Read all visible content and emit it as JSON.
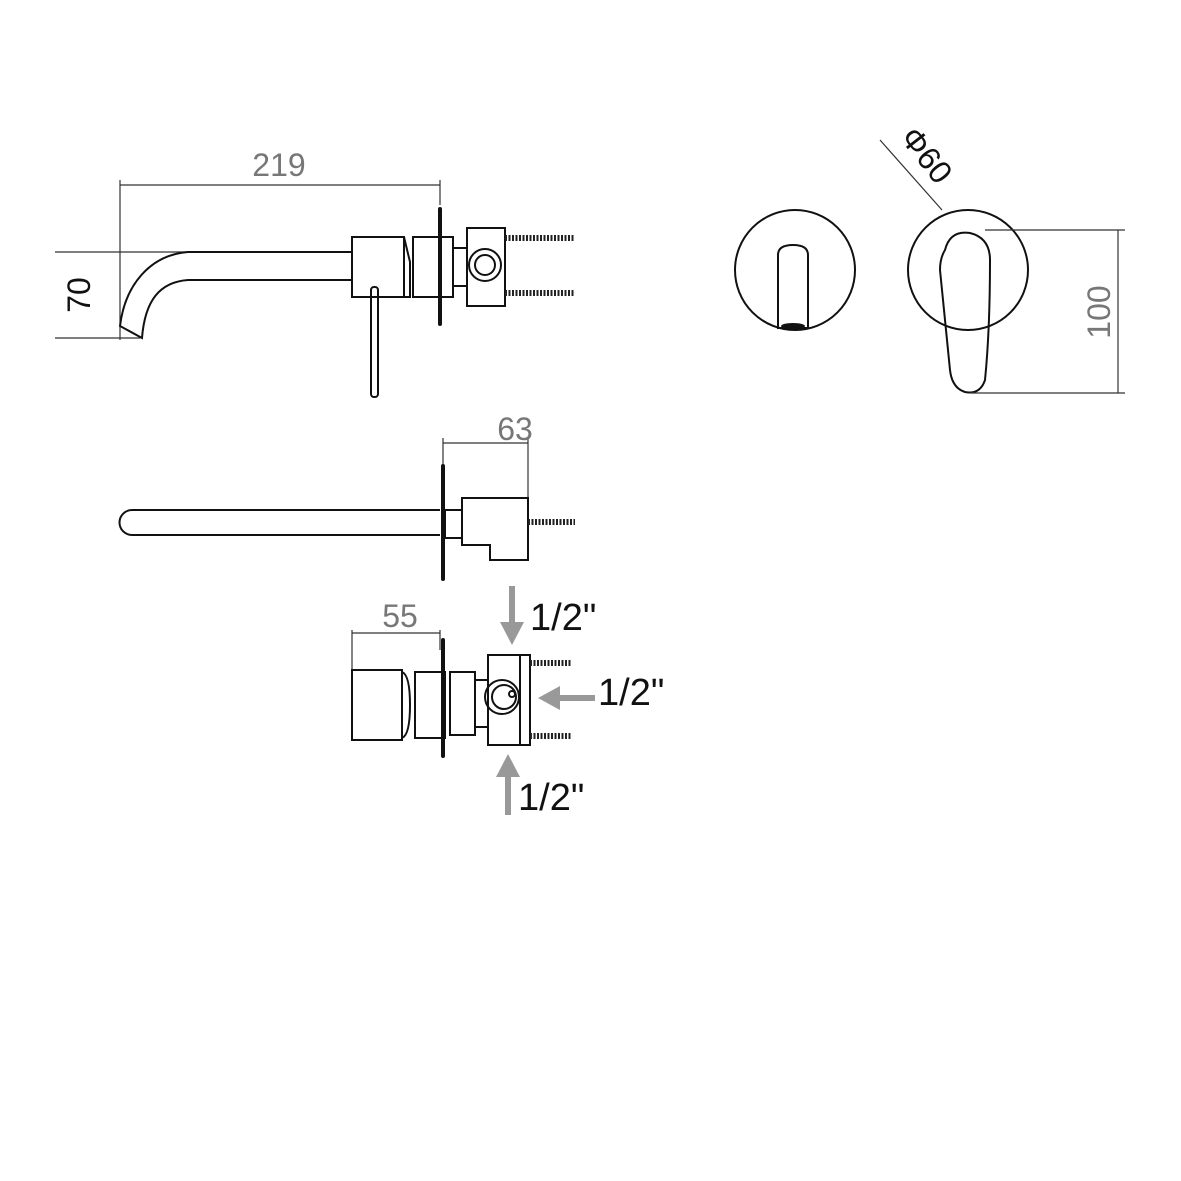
{
  "dimensions": {
    "spout_length": "219",
    "spout_height": "70",
    "plate_diameter": "Φ60",
    "handle_height": "100",
    "depth_body": "63",
    "depth_valve": "55"
  },
  "connections": {
    "top_inlet": "1/2\"",
    "side_inlet": "1/2\"",
    "bottom_inlet": "1/2\""
  },
  "colors": {
    "line": "#111111",
    "dimension_text": "#777777",
    "arrow": "#999999"
  }
}
